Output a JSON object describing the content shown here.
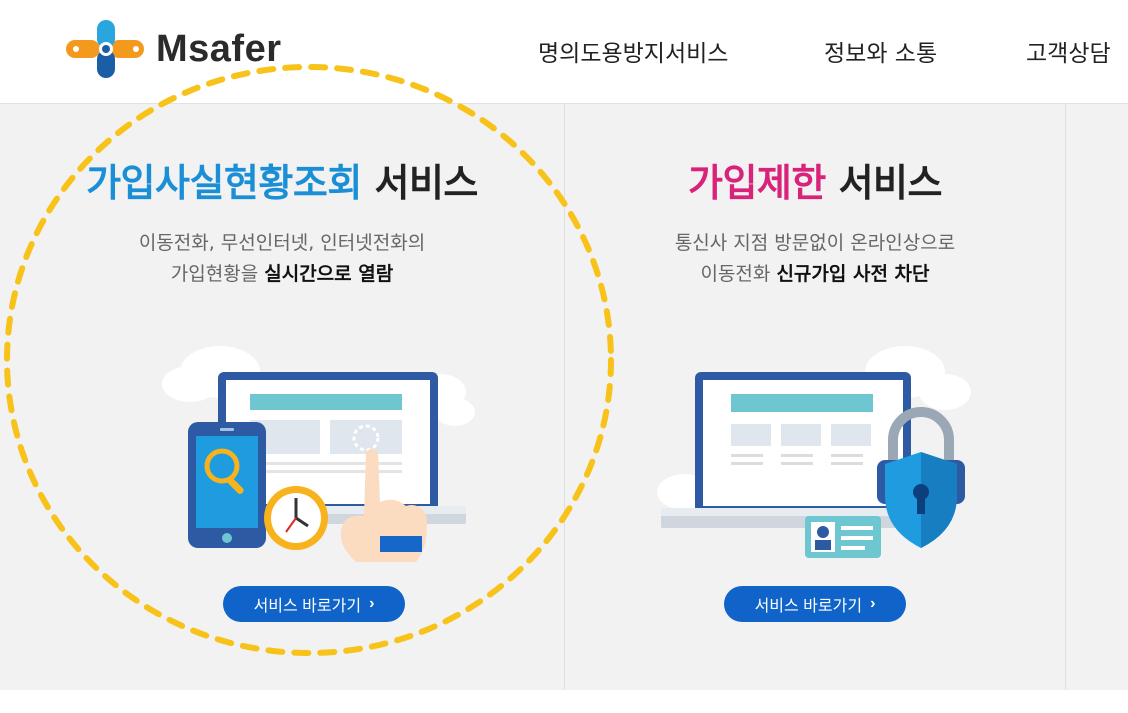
{
  "brand": {
    "logo_text": "Msafer"
  },
  "nav": {
    "items": [
      {
        "label": "명의도용방지서비스"
      },
      {
        "label": "정보와 소통"
      },
      {
        "label": "고객상담"
      }
    ]
  },
  "panels": [
    {
      "title_highlight": "가입사실현황조회",
      "title_rest": " 서비스",
      "desc_line1": "이동전화, 무선인터넷, 인터넷전화의",
      "desc_line2_plain": "가입현황을 ",
      "desc_line2_bold": "실시간으로 열람",
      "button_label": "서비스 바로가기",
      "button_arrow": "›",
      "highlight_color": "#1b8fd6"
    },
    {
      "title_highlight": "가입제한",
      "title_rest": " 서비스",
      "desc_line1": "통신사 지점 방문없이 온라인상으로",
      "desc_line2_plain": "이동전화 ",
      "desc_line2_bold": "신규가입 사전 차단",
      "button_label": "서비스 바로가기",
      "button_arrow": "›",
      "highlight_color": "#d9237a"
    }
  ],
  "colors": {
    "button_bg": "#0f63c9",
    "annotation_circle": "#f7c21a",
    "panel_bg": "#f2f2f2"
  },
  "icons": {
    "logo": "molecule-logo-icon",
    "illustration_1": "phone-search-clock-monitor-icon",
    "illustration_2": "monitor-lock-shield-icon"
  }
}
